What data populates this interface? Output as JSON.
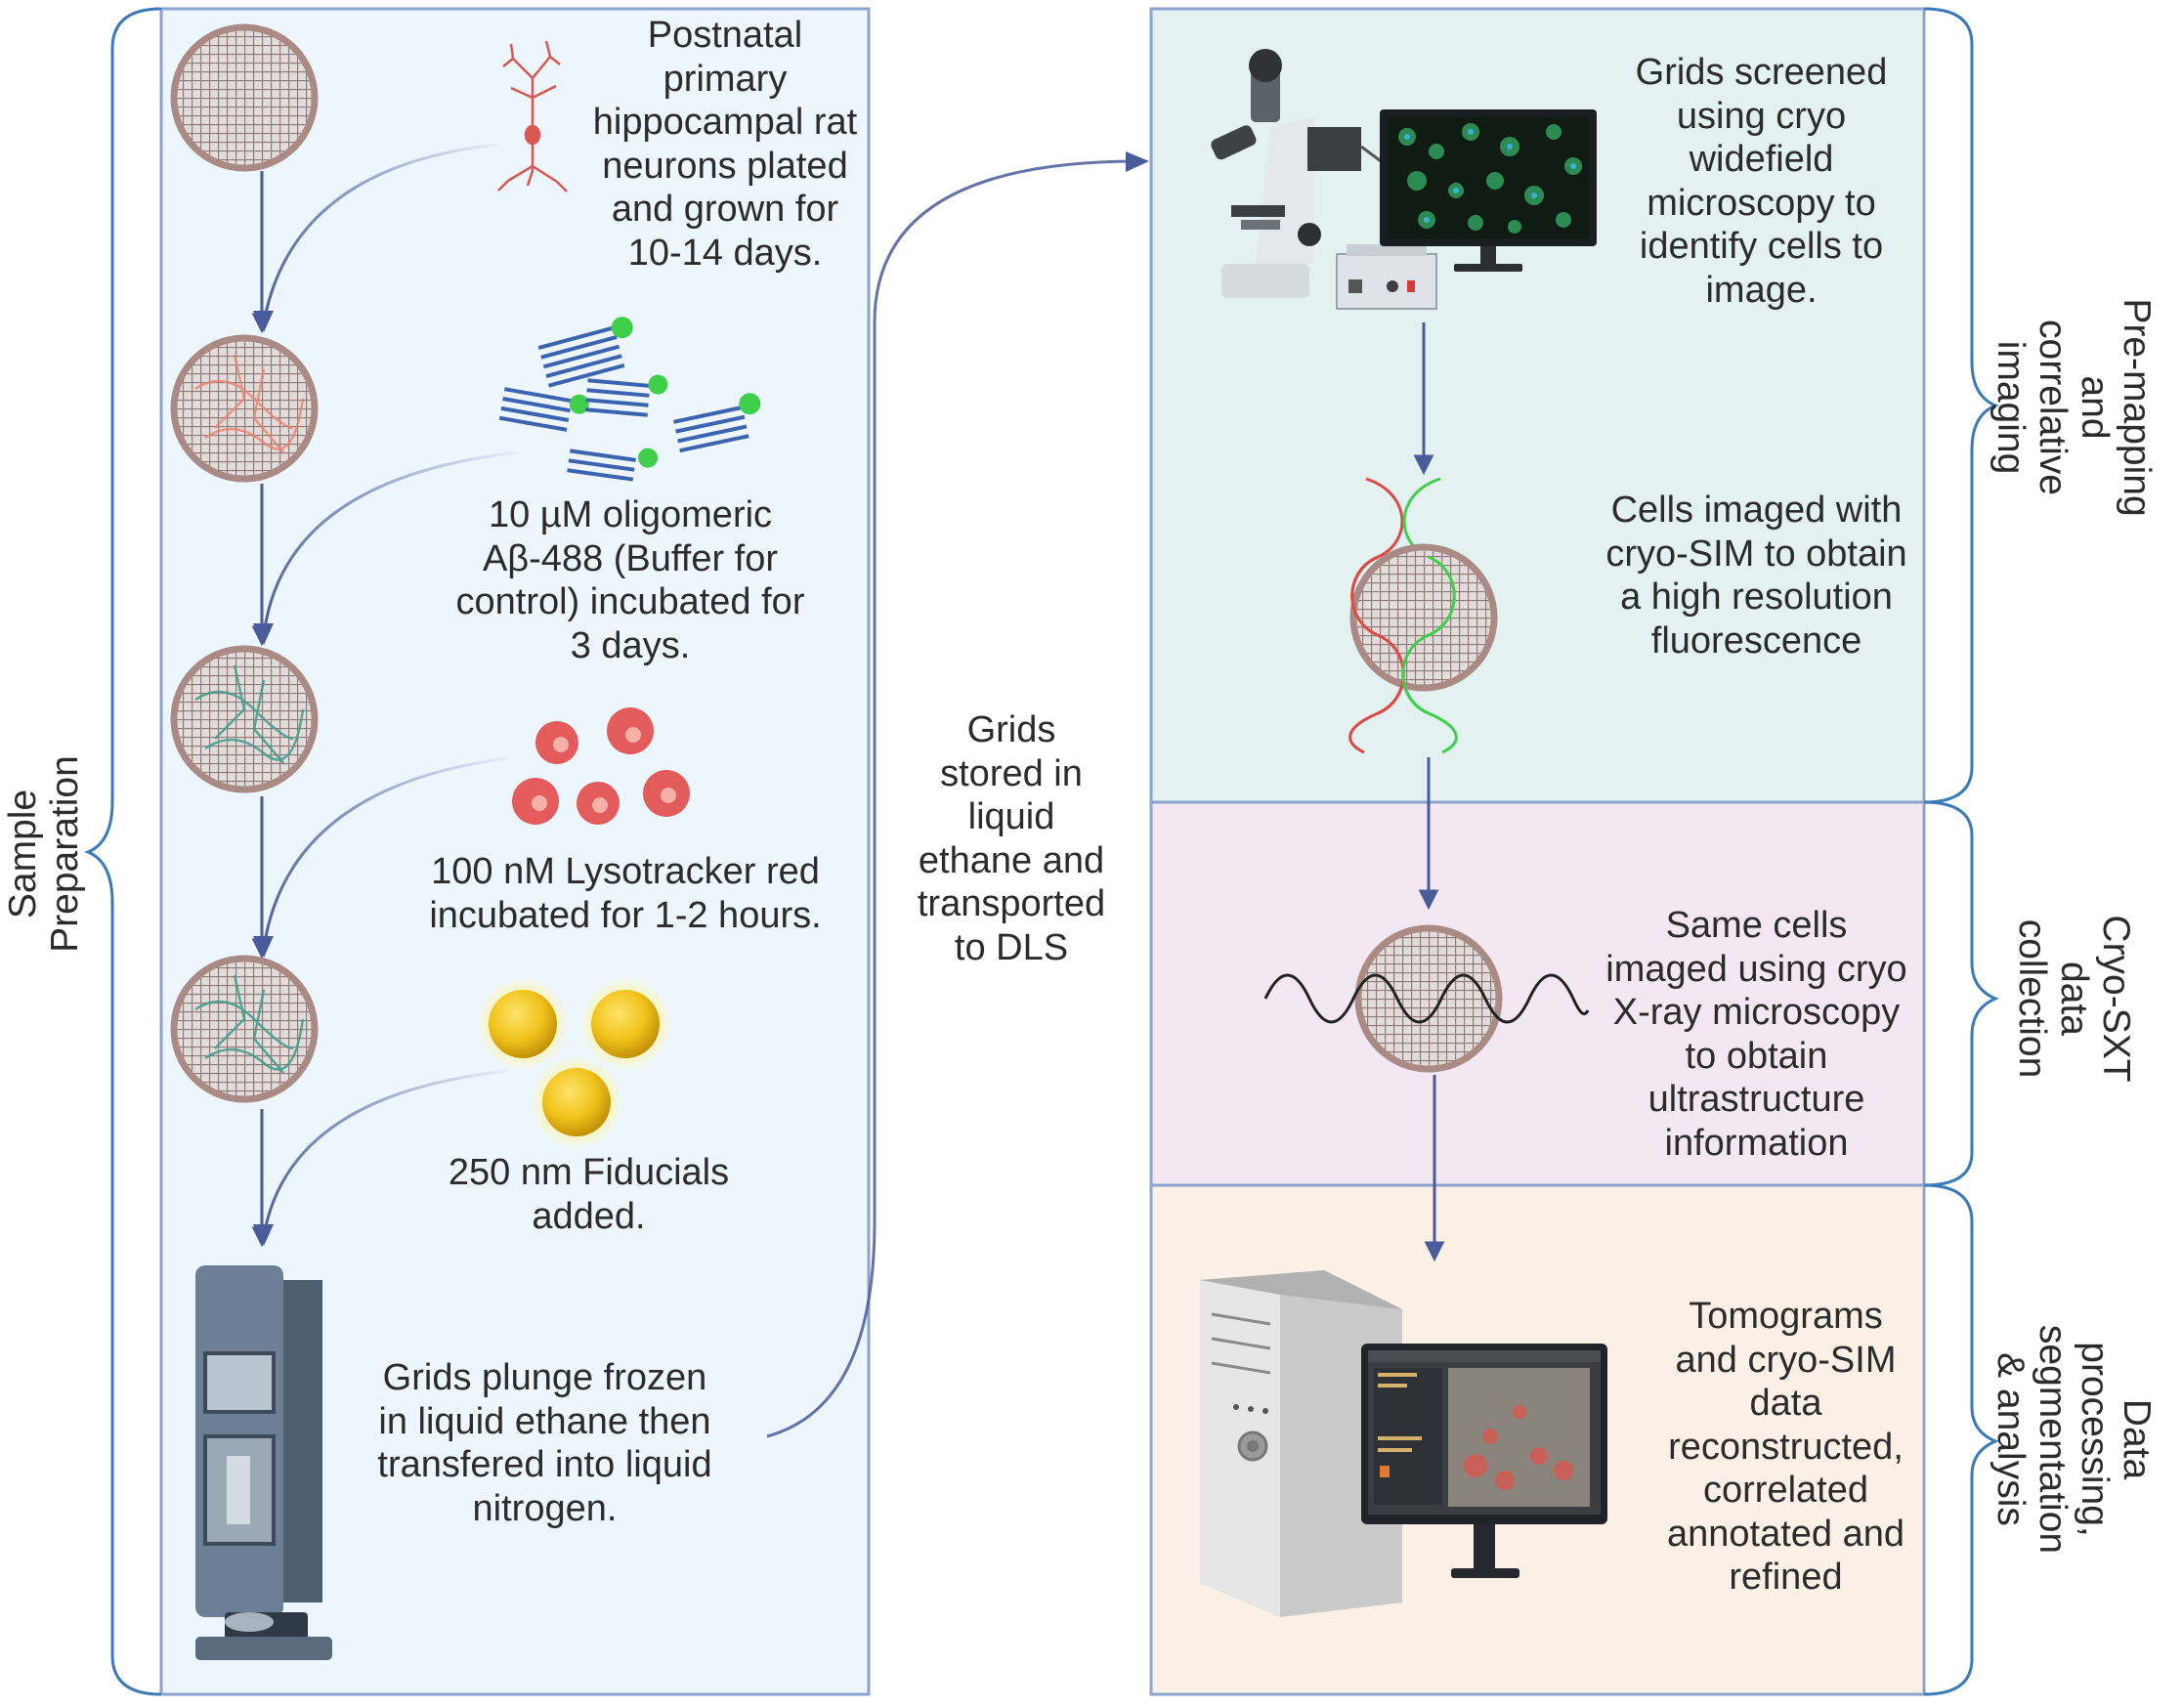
{
  "sections": {
    "sample_preparation": {
      "lines": [
        "Sample",
        "Preparation"
      ]
    },
    "pre_mapping": {
      "lines": [
        "Pre-mapping",
        "and",
        "correlative",
        "imaging"
      ]
    },
    "cryo_sxt": {
      "lines": [
        "Cryo-SXT",
        "data",
        "collection"
      ]
    },
    "data_processing": {
      "lines": [
        "Data",
        "processing,",
        "segmentation",
        "& analysis"
      ]
    }
  },
  "steps": {
    "neurons": {
      "lines": [
        "Postnatal",
        "primary",
        "hippocampal rat",
        "neurons plated",
        "and grown for",
        "10-14 days."
      ]
    },
    "abeta": {
      "lines": [
        "10 µM oligomeric",
        "Aβ-488 (Buffer for",
        "control) incubated for",
        "3 days."
      ]
    },
    "lysotracker": {
      "lines": [
        "100 nM Lysotracker red",
        "incubated for 1-2 hours."
      ]
    },
    "fiducials": {
      "lines": [
        "250 nm Fiducials",
        "added."
      ]
    },
    "plunge": {
      "lines": [
        "Grids plunge frozen",
        "in liquid ethane then",
        "transfered into liquid",
        "nitrogen."
      ]
    },
    "transport": {
      "lines": [
        "Grids",
        "stored in",
        "liquid",
        "ethane and",
        "transported",
        "to DLS"
      ]
    },
    "widefield": {
      "lines": [
        "Grids screened",
        "using cryo",
        "widefield",
        "microscopy to",
        "identify cells to",
        "image."
      ]
    },
    "cryosim": {
      "lines": [
        "Cells imaged with",
        "cryo-SIM to obtain",
        "a high resolution",
        "fluorescence"
      ]
    },
    "xray": {
      "lines": [
        "Same cells",
        "imaged using cryo",
        "X-ray microscopy",
        "to obtain",
        "ultrastructure",
        "information"
      ]
    },
    "tomograms": {
      "lines": [
        "Tomograms",
        "and cryo-SIM",
        "data",
        "reconstructed,",
        "correlated",
        "annotated and",
        "refined"
      ]
    }
  },
  "colors": {
    "panel_border": "#8ba3cf",
    "sample_bg": "#eef6fd",
    "premap_bg": "#e3f2f0",
    "sxt_bg": "#f3e7f2",
    "processing_bg": "#fbf0e6",
    "arrow": "#4a5b99",
    "brace": "#3a7ab8",
    "grid_rim": "#a98a84"
  },
  "icons": [
    "grid-icon",
    "neuron-icon",
    "amyloid-oligomer-icon",
    "lysosome-icon",
    "gold-fiducial-icon",
    "plunge-freezer-icon",
    "microscope-icon",
    "monitor-icon",
    "sine-wave-icon",
    "computer-tower-icon"
  ]
}
